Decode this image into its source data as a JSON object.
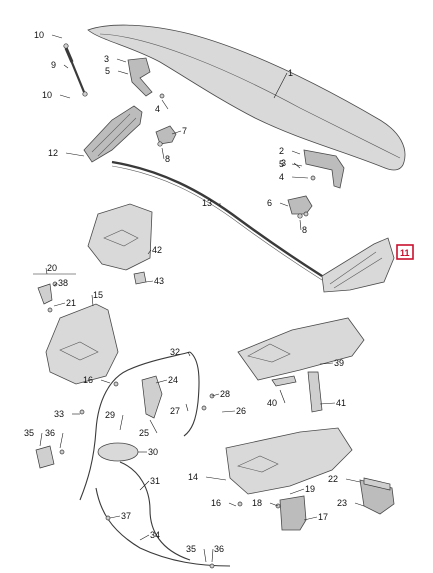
{
  "highlight": {
    "label": "11",
    "color": "#c8102e"
  },
  "callouts": [
    {
      "id": "c1",
      "label": "1"
    },
    {
      "id": "c2",
      "label": "2"
    },
    {
      "id": "c3a",
      "label": "3"
    },
    {
      "id": "c3b",
      "label": "3"
    },
    {
      "id": "c4a",
      "label": "4"
    },
    {
      "id": "c4b",
      "label": "4"
    },
    {
      "id": "c5a",
      "label": "5"
    },
    {
      "id": "c5b",
      "label": "5"
    },
    {
      "id": "c6",
      "label": "6"
    },
    {
      "id": "c7",
      "label": "7"
    },
    {
      "id": "c8a",
      "label": "8"
    },
    {
      "id": "c8b",
      "label": "8"
    },
    {
      "id": "c9",
      "label": "9"
    },
    {
      "id": "c10a",
      "label": "10"
    },
    {
      "id": "c10b",
      "label": "10"
    },
    {
      "id": "c12",
      "label": "12"
    },
    {
      "id": "c13",
      "label": "13"
    },
    {
      "id": "c14",
      "label": "14"
    },
    {
      "id": "c15",
      "label": "15"
    },
    {
      "id": "c16a",
      "label": "16"
    },
    {
      "id": "c16b",
      "label": "16"
    },
    {
      "id": "c17",
      "label": "17"
    },
    {
      "id": "c18",
      "label": "18"
    },
    {
      "id": "c19",
      "label": "19"
    },
    {
      "id": "c20",
      "label": "20"
    },
    {
      "id": "c21",
      "label": "21"
    },
    {
      "id": "c22",
      "label": "22"
    },
    {
      "id": "c23",
      "label": "23"
    },
    {
      "id": "c24",
      "label": "24"
    },
    {
      "id": "c25",
      "label": "25"
    },
    {
      "id": "c26",
      "label": "26"
    },
    {
      "id": "c27",
      "label": "27"
    },
    {
      "id": "c28",
      "label": "28"
    },
    {
      "id": "c29",
      "label": "29"
    },
    {
      "id": "c30",
      "label": "30"
    },
    {
      "id": "c31",
      "label": "31"
    },
    {
      "id": "c32",
      "label": "32"
    },
    {
      "id": "c33",
      "label": "33"
    },
    {
      "id": "c34",
      "label": "34"
    },
    {
      "id": "c35a",
      "label": "35"
    },
    {
      "id": "c35b",
      "label": "35"
    },
    {
      "id": "c36a",
      "label": "36"
    },
    {
      "id": "c36b",
      "label": "36"
    },
    {
      "id": "c37",
      "label": "37"
    },
    {
      "id": "c38",
      "label": "38"
    },
    {
      "id": "c39",
      "label": "39"
    },
    {
      "id": "c40",
      "label": "40"
    },
    {
      "id": "c41",
      "label": "41"
    },
    {
      "id": "c42",
      "label": "42"
    },
    {
      "id": "c43",
      "label": "43"
    }
  ]
}
